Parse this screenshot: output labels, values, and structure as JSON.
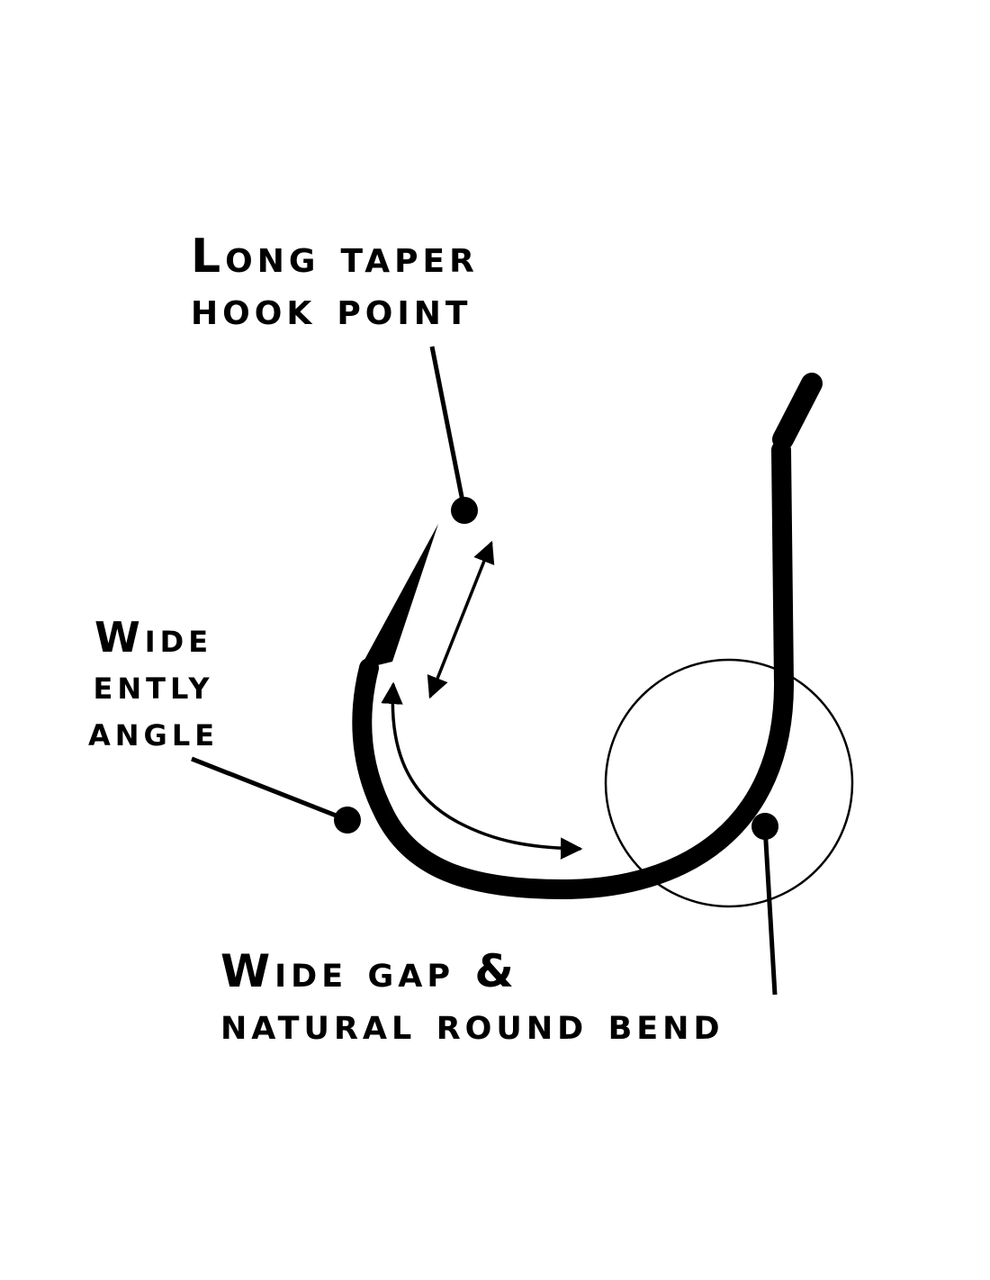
{
  "colors": {
    "ink": "#000000",
    "background": "#ffffff"
  },
  "labels": {
    "hook_point": {
      "line1": "Long taper",
      "line2": "hook point"
    },
    "entry_angle": {
      "line1": "Wide",
      "line2": "ently",
      "line3": "angle"
    },
    "gap_bend": {
      "line1": "Wide gap &",
      "line2": "natural round bend"
    }
  }
}
